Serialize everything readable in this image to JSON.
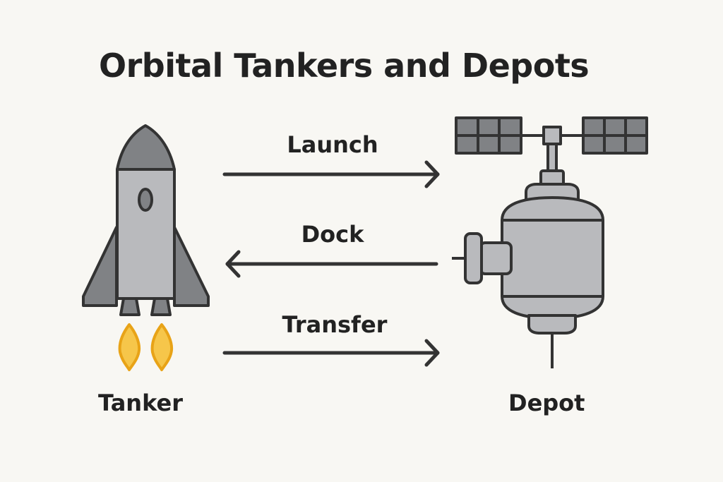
{
  "title": "Orbital Tankers and Depots",
  "nodes": {
    "tanker": {
      "label": "Tanker",
      "icon": "rocket-icon"
    },
    "depot": {
      "label": "Depot",
      "icon": "space-station-icon"
    }
  },
  "edges": [
    {
      "label": "Launch",
      "from": "tanker",
      "to": "depot"
    },
    {
      "label": "Dock",
      "from": "depot",
      "to": "tanker"
    },
    {
      "label": "Transfer",
      "from": "tanker",
      "to": "depot"
    }
  ],
  "colors": {
    "background": "#f8f7f3",
    "text": "#222222",
    "outline": "#333333",
    "body_gray": "#b9babd",
    "dark_gray": "#808285",
    "flame": "#f6c64a",
    "flame_outline": "#e8a317"
  }
}
